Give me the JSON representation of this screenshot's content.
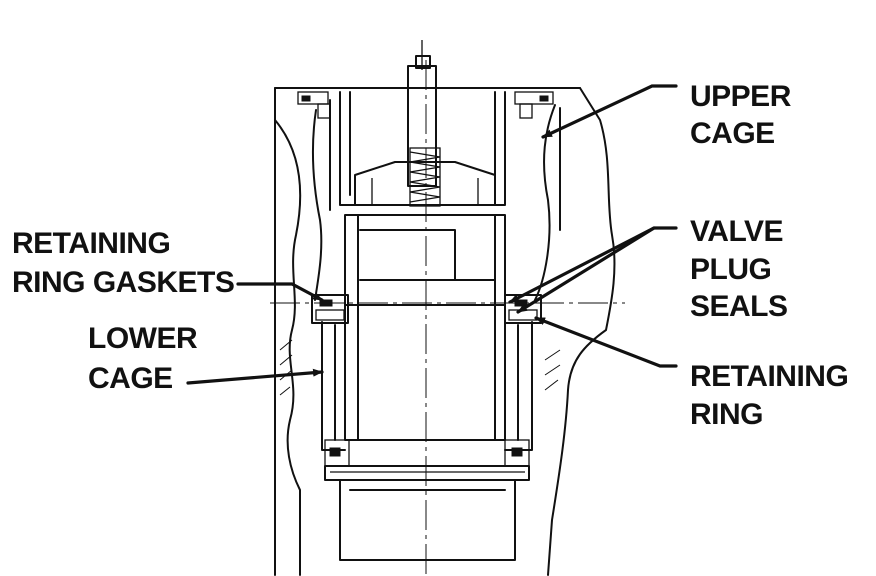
{
  "callouts": {
    "upper_cage": [
      "UPPER",
      "CAGE"
    ],
    "valve_plug_seals": [
      "VALVE",
      "PLUG",
      "SEALS"
    ],
    "retaining_ring_gaskets": [
      "RETAINING",
      "RING GASKETS"
    ],
    "lower_cage": [
      "LOWER",
      "CAGE"
    ],
    "retaining_ring": [
      "RETAINING",
      "RING"
    ]
  },
  "colors": {
    "ink": "#111111",
    "background": "#ffffff"
  }
}
